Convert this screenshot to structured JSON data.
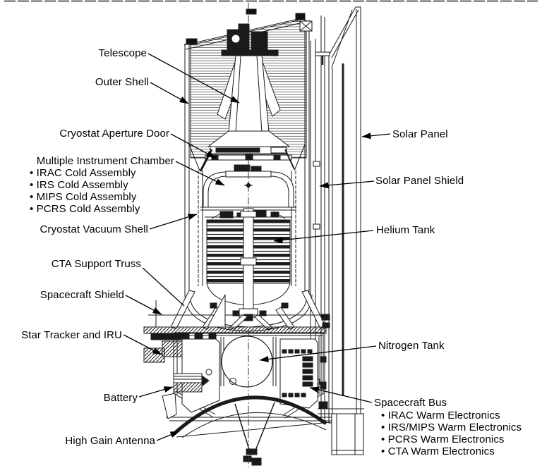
{
  "diagram": {
    "type": "spacecraft-cutaway-line-drawing",
    "colors": {
      "line": "#1a1a1a",
      "background": "#ffffff"
    },
    "labels": {
      "telescope": "Telescope",
      "outer_shell": "Outer Shell",
      "cryostat_aperture_door": "Cryostat Aperture Door",
      "multiple_instrument_chamber": "Multiple Instrument Chamber",
      "mic_items": [
        "• IRAC Cold Assembly",
        "• IRS Cold Assembly",
        "• MIPS Cold Assembly",
        "• PCRS Cold Assembly"
      ],
      "cryostat_vacuum_shell": "Cryostat Vacuum Shell",
      "cta_support_truss": "CTA Support Truss",
      "spacecraft_shield": "Spacecraft Shield",
      "star_tracker_iru": "Star Tracker and IRU",
      "battery": "Battery",
      "high_gain_antenna": "High Gain Antenna",
      "solar_panel": "Solar Panel",
      "solar_panel_shield": "Solar Panel Shield",
      "helium_tank": "Helium Tank",
      "nitrogen_tank": "Nitrogen Tank",
      "spacecraft_bus": "Spacecraft Bus",
      "bus_items": [
        "• IRAC Warm Electronics",
        "• IRS/MIPS Warm Electronics",
        "• PCRS Warm Electronics",
        "• CTA Warm Electronics"
      ]
    }
  }
}
